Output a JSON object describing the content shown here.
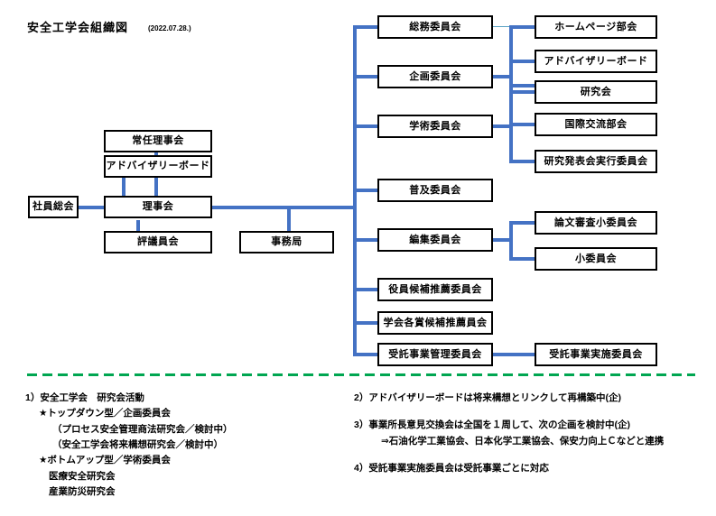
{
  "title": {
    "main": "安全工学会組織図",
    "date": "(2022.07.28.)"
  },
  "colors": {
    "connector": "#4472C4",
    "connector_thin": "#5BA3C4",
    "divider": "#00A651",
    "box_border": "#000000",
    "text": "#000000",
    "background": "#FFFFFF"
  },
  "nodes": {
    "left": {
      "standing_directors": "常任理事会",
      "advisory_board": "アドバイザリーボード",
      "general_meeting": "社員総会",
      "board_of_directors": "理事会",
      "councillors": "評議員会",
      "secretariat": "事務局"
    },
    "middle": [
      {
        "label": "総務委員会"
      },
      {
        "label": "企画委員会"
      },
      {
        "label": "学術委員会"
      },
      {
        "label": "普及委員会"
      },
      {
        "label": "編集委員会"
      },
      {
        "label": "役員候補推薦委員会"
      },
      {
        "label": "学会各賞候補推薦員会"
      },
      {
        "label": "受託事業管理委員会"
      }
    ],
    "right": [
      {
        "label": "ホームページ部会"
      },
      {
        "label": "アドバイザリーボード"
      },
      {
        "label": "研究会"
      },
      {
        "label": "国際交流部会"
      },
      {
        "label": "研究発表会実行委員会"
      },
      {
        "label": "論文審査小委員会"
      },
      {
        "label": "小委員会"
      },
      {
        "label": "受託事業実施委員会"
      }
    ]
  },
  "notes": {
    "left": [
      {
        "text": "1）安全工学会　研究会活動",
        "indent": 0
      },
      {
        "text": "★トップダウン型／企画委員会",
        "indent": 1
      },
      {
        "text": "（プロセス安全管理商法研究会／検討中）",
        "indent": 2
      },
      {
        "text": "（安全工学会将来構想研究会／検討中）",
        "indent": 2
      },
      {
        "text": "★ボトムアップ型／学術委員会",
        "indent": 1
      },
      {
        "text": "医療安全研究会",
        "indent": 3
      },
      {
        "text": "産業防災研究会",
        "indent": 3
      }
    ],
    "right": [
      {
        "text": "2）アドバイザリーボードは将来構想とリンクして再構築中(企)",
        "indent": 0
      },
      {
        "text": "",
        "indent": 0
      },
      {
        "text": "3）事業所長意見交換会は全国を１周して、次の企画を検討中(企)",
        "indent": 0
      },
      {
        "text": "⇒石油化学工業協会、日本化学工業協会、保安力向上Ｃなどと連携",
        "indent": 2
      },
      {
        "text": "",
        "indent": 0
      },
      {
        "text": "4）受託事業実施委員会は受託事業ごとに対応",
        "indent": 0
      }
    ]
  }
}
